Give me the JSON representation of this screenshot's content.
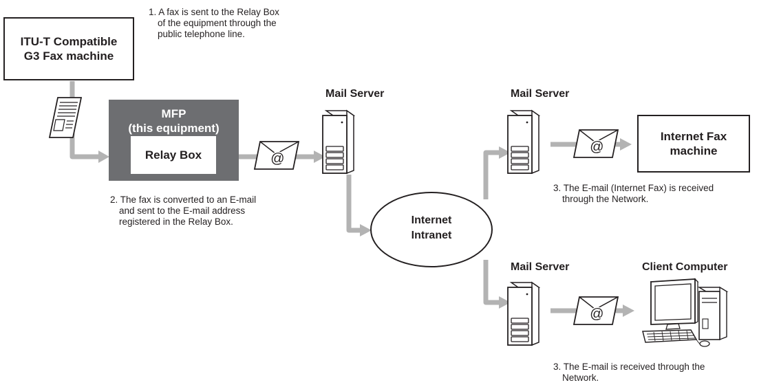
{
  "fax_machine": {
    "line1": "ITU-T Compatible",
    "line2": "G3 Fax machine"
  },
  "step1_note": {
    "line1": "1. A fax is sent to the Relay Box",
    "line2": "of the equipment through the",
    "line3": "public telephone line."
  },
  "mfp": {
    "line1": "MFP",
    "line2": "(this equipment)",
    "relay_box": "Relay Box"
  },
  "step2_note": {
    "line1": "2. The fax is converted to an E-mail",
    "line2": "and sent to the E-mail address",
    "line3": "registered in the Relay Box."
  },
  "mail_server_1": "Mail Server",
  "mail_server_2": "Mail Server",
  "mail_server_3": "Mail Server",
  "network": {
    "line1": "Internet",
    "line2": "Intranet"
  },
  "internet_fax": {
    "line1": "Internet Fax",
    "line2": "machine"
  },
  "step3a_note": {
    "line1": "3. The E-mail (Internet Fax) is received",
    "line2": "through the Network."
  },
  "client_computer": "Client Computer",
  "step3b_note": {
    "line1": "3. The E-mail is received through the",
    "line2": "Network."
  },
  "email_symbol": "@",
  "colors": {
    "arrow": "#b3b3b3",
    "mfp_fill": "#6d6e71",
    "ink": "#231f20"
  },
  "icons": [
    "document-icon",
    "envelope-icon",
    "server-icon",
    "computer-icon"
  ]
}
